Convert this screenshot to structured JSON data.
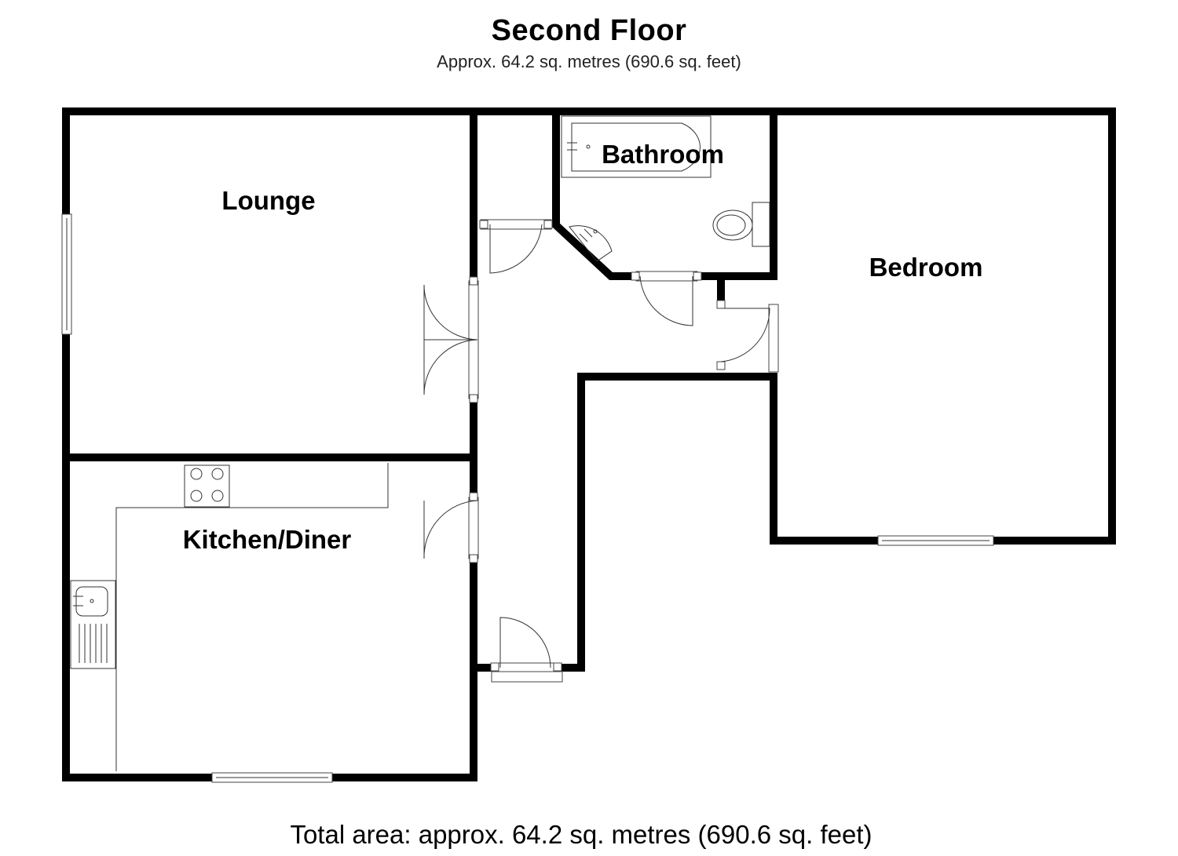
{
  "plan": {
    "floor_title": "Second Floor",
    "floor_subtitle": "Approx. 64.2 sq. metres (690.6 sq. feet)",
    "total_area": "Total area: approx. 64.2 sq. metres (690.6 sq. feet)",
    "rooms": {
      "lounge": "Lounge",
      "bathroom": "Bathroom",
      "bedroom": "Bedroom",
      "kitchen": "Kitchen/Diner"
    }
  },
  "colors": {
    "wall": "#000000",
    "background": "#ffffff"
  }
}
